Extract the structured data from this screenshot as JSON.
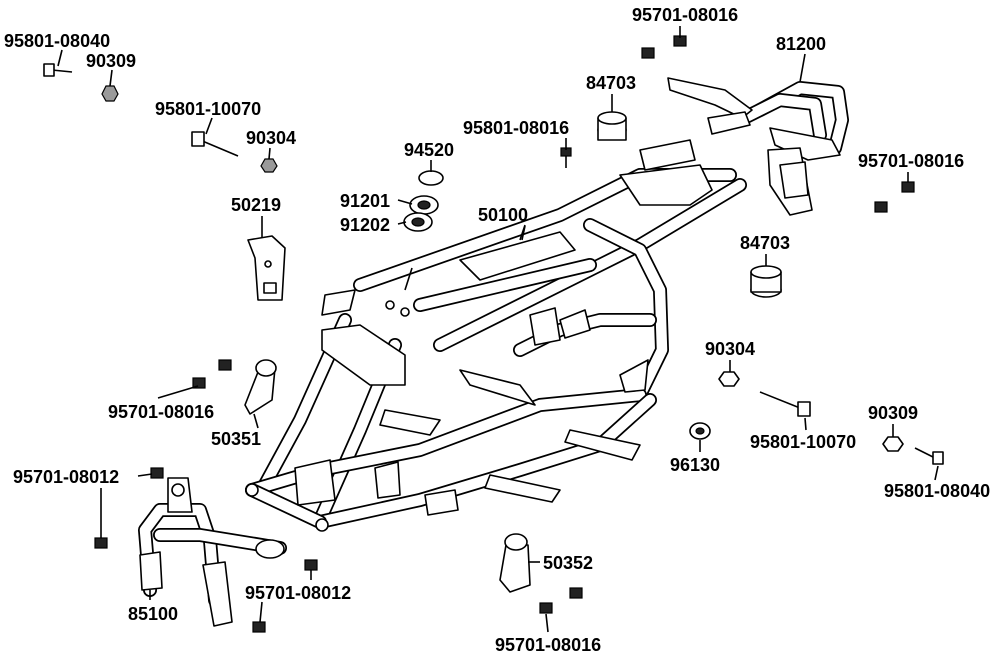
{
  "labels": {
    "bolt_95801_08040_tl": "95801-08040",
    "nut_90309_tl": "90309",
    "bolt_95801_10070_tl": "95801-10070",
    "nut_90304_tl": "90304",
    "bracket_50219": "50219",
    "clip_94520": "94520",
    "bearing_91201": "91201",
    "bearing_91202": "91202",
    "frame_50100": "50100",
    "bolt_95801_08016": "95801-08016",
    "bolt_95701_08016_top": "95701-08016",
    "rubber_84703_top": "84703",
    "rack_81200": "81200",
    "bolt_95701_08016_right": "95701-08016",
    "rubber_84703_right": "84703",
    "nut_90304_right": "90304",
    "bolt_95801_10070_right": "95801-10070",
    "nut_90309_right": "90309",
    "bolt_95801_08040_right": "95801-08040",
    "seal_96130": "96130",
    "bolt_95701_08016_left": "95701-08016",
    "mount_50351": "50351",
    "bolt_95701_08012_left": "95701-08012",
    "bolt_95701_08012_bottom": "95701-08012",
    "bumper_85100": "85100",
    "mount_50352": "50352",
    "bolt_95701_08016_bottom": "95701-08016"
  }
}
